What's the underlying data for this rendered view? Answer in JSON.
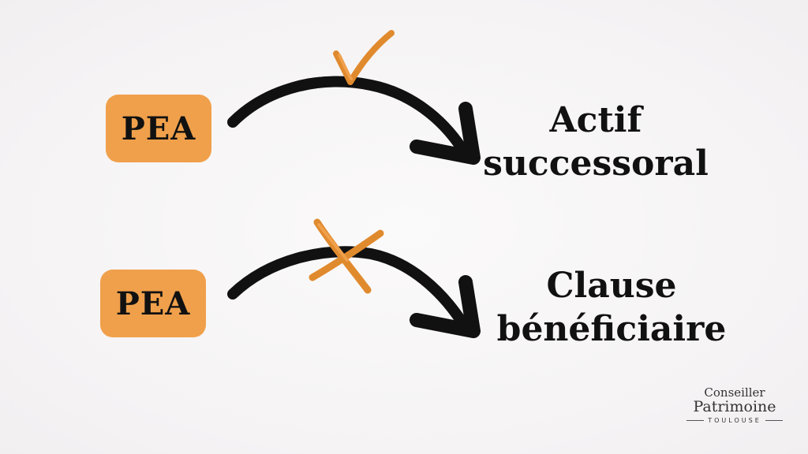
{
  "colors": {
    "badge_fill": "#f0a04b",
    "mark_color": "#e08a2e",
    "arrow_color": "#111111",
    "background": "#f7f5f6"
  },
  "rows": [
    {
      "badge": "PEA",
      "mark": "check-mark",
      "target_lines": [
        "Actif",
        "successoral"
      ]
    },
    {
      "badge": "PEA",
      "mark": "cross-mark",
      "target_lines": [
        "Clause",
        "bénéficiaire"
      ]
    }
  ],
  "logo": {
    "line1": "Conseiller",
    "line2": "Patrimoine",
    "line3": "TOULOUSE"
  }
}
